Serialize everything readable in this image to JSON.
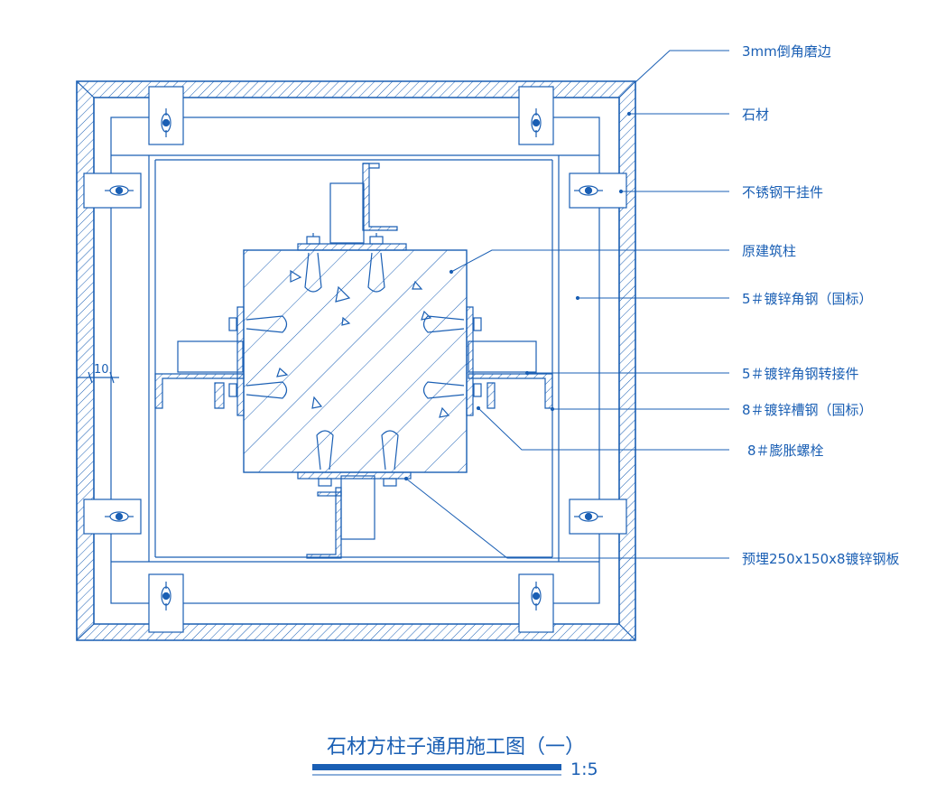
{
  "labels": {
    "chamfer": "3mm倒角磨边",
    "stone": "石材",
    "dry_hanger": "不锈钢干挂件",
    "original_column": "原建筑柱",
    "angle_steel": "5＃镀锌角钢（国标）",
    "angle_connector": "5＃镀锌角钢转接件",
    "channel_steel": "8＃镀锌槽钢（国标）",
    "expansion_bolt": "8＃膨胀螺栓",
    "embedded_plate": "预埋250x150x8镀锌钢板"
  },
  "dimension": "10",
  "title": "石材方柱子通用施工图（一）",
  "scale": "1:5",
  "colors": {
    "line": "#1a5fb4",
    "title_bar": "#1a5fb4",
    "background": "#ffffff"
  }
}
